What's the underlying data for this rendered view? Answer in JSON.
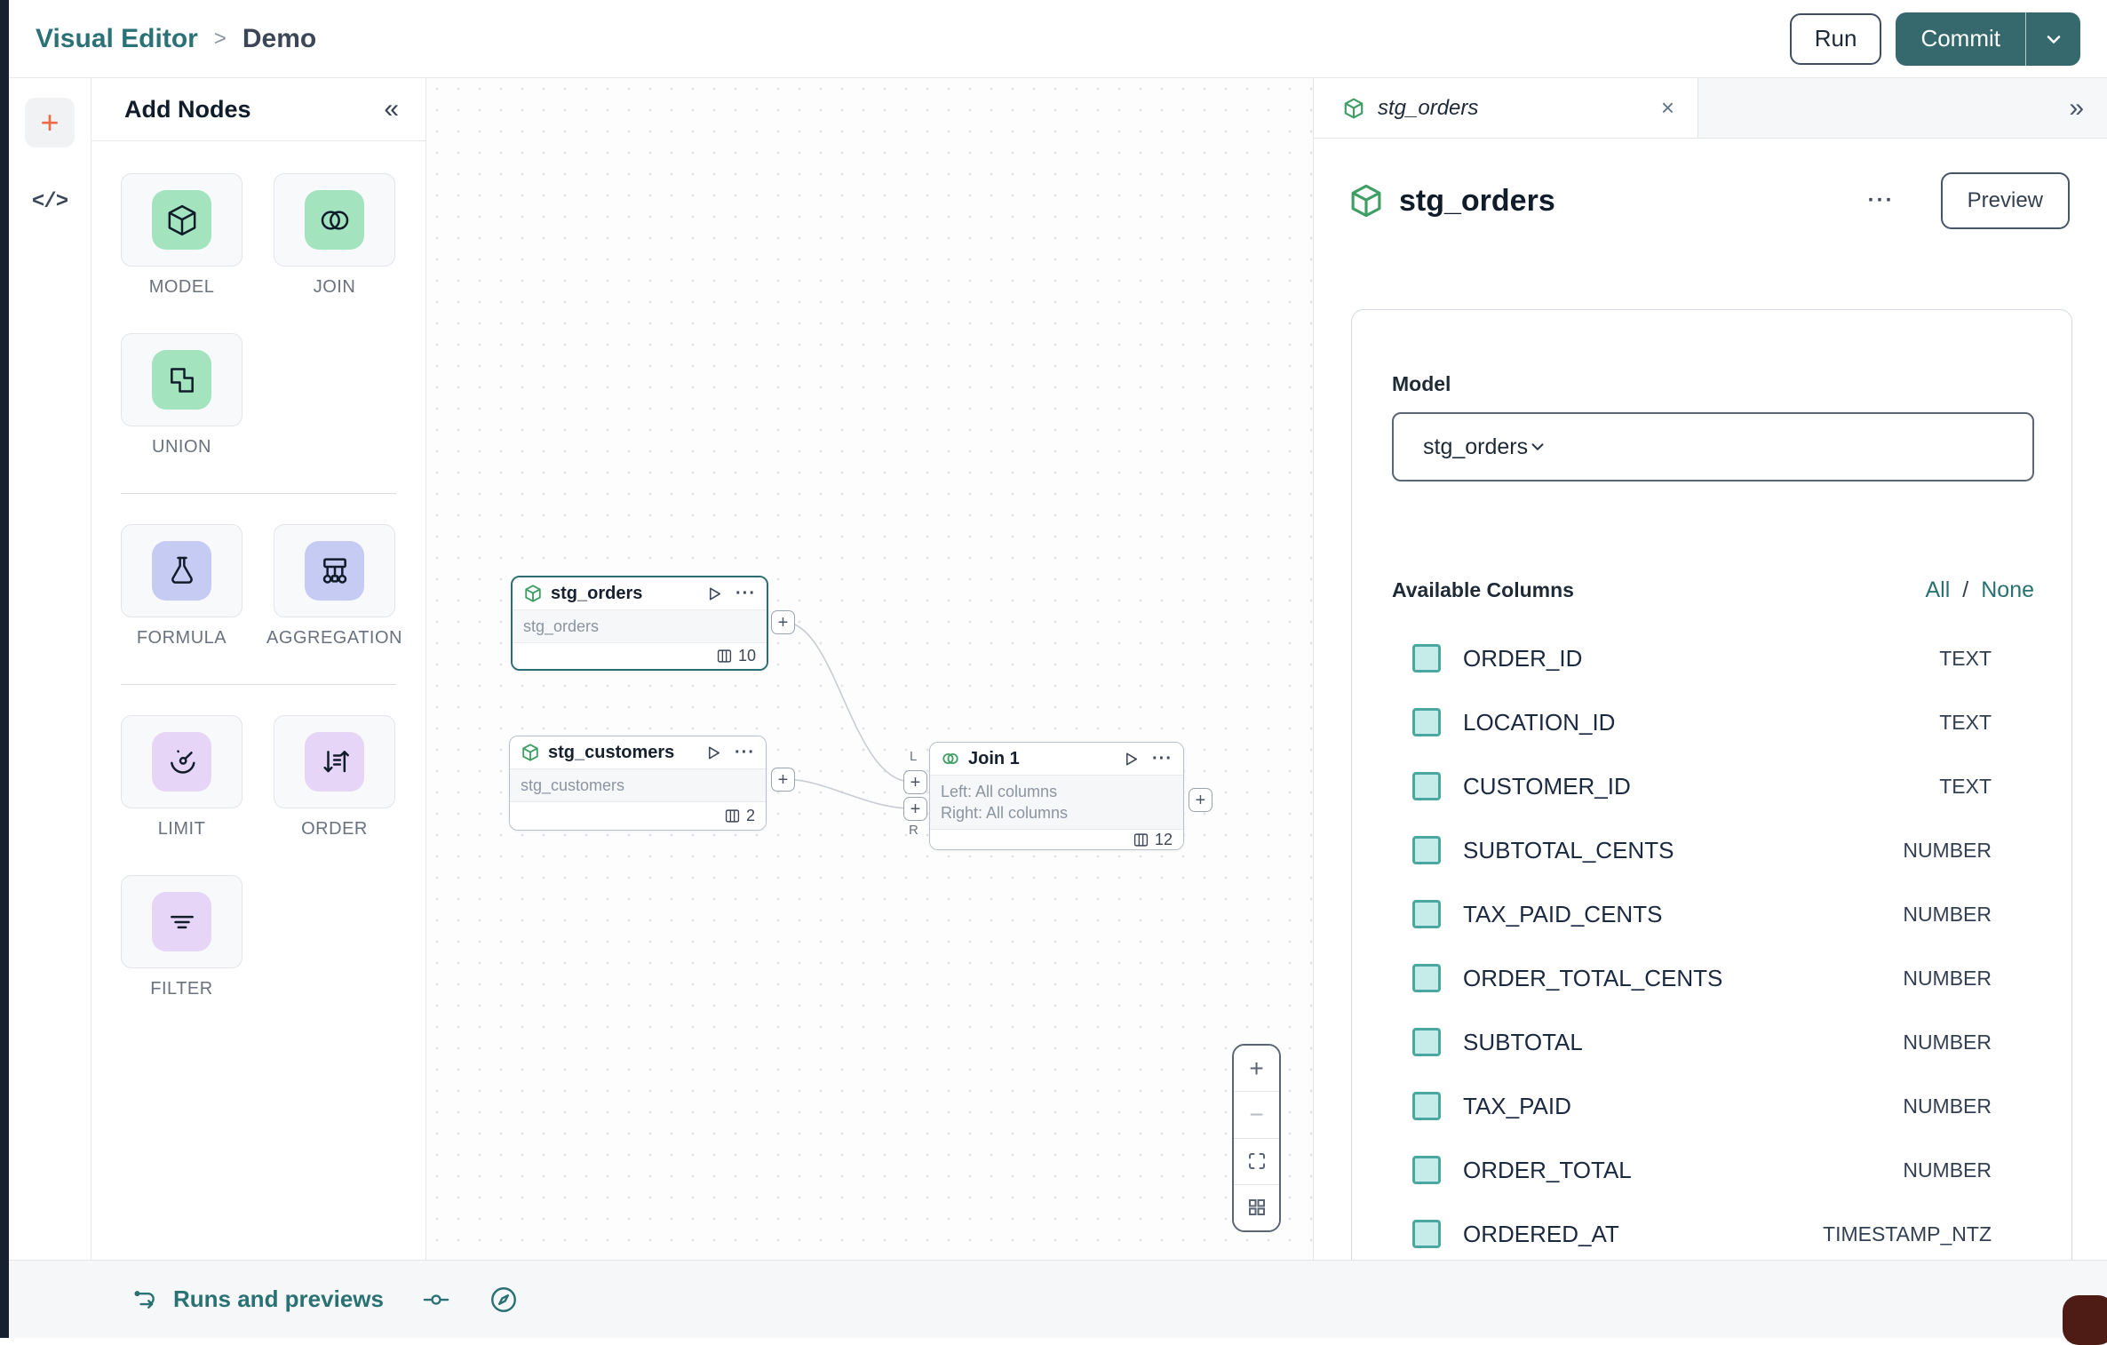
{
  "topbar": {
    "breadcrumb_root": "Visual Editor",
    "breadcrumb_sep": ">",
    "breadcrumb_leaf": "Demo",
    "run_label": "Run",
    "commit_label": "Commit"
  },
  "left_rail": {
    "add_glyph": "+",
    "code_glyph": "</>"
  },
  "add_nodes": {
    "title": "Add Nodes",
    "collapse_glyph": "«",
    "tiles": [
      {
        "label": "MODEL",
        "icon": "cube-icon",
        "accent": "#a3e4bf"
      },
      {
        "label": "JOIN",
        "icon": "join-circles-icon",
        "accent": "#a3e4bf"
      },
      {
        "label": "UNION",
        "icon": "union-squares-icon",
        "accent": "#a3e4bf"
      },
      {
        "label": "FORMULA",
        "icon": "flask-icon",
        "accent": "#c5cbf2"
      },
      {
        "label": "AGGREGATION",
        "icon": "aggregation-tree-icon",
        "accent": "#c5cbf2"
      },
      {
        "label": "LIMIT",
        "icon": "gauge-icon",
        "accent": "#e6d5f6"
      },
      {
        "label": "ORDER",
        "icon": "sort-arrows-icon",
        "accent": "#e6d5f6"
      },
      {
        "label": "FILTER",
        "icon": "filter-lines-icon",
        "accent": "#e6d5f6"
      }
    ]
  },
  "canvas": {
    "nodes": [
      {
        "title": "stg_orders",
        "subtitle": "stg_orders",
        "columns_count": "10",
        "selected": true
      },
      {
        "title": "stg_customers",
        "subtitle": "stg_customers",
        "columns_count": "2",
        "selected": false
      },
      {
        "title": "Join 1",
        "line1": "Left: All columns",
        "line2": "Right: All columns",
        "columns_count": "12",
        "port_left_label": "L",
        "port_right_label": "R",
        "selected": false
      }
    ],
    "zoom_toolbar": {
      "zoom_in": "+",
      "zoom_out": "−"
    }
  },
  "right_panel": {
    "tab": {
      "title": "stg_orders",
      "close_glyph": "×",
      "expand_glyph": "»"
    },
    "header": {
      "title": "stg_orders",
      "menu_glyph": "···",
      "preview_label": "Preview"
    },
    "model_section": {
      "label": "Model",
      "value": "stg_orders"
    },
    "columns_section": {
      "label": "Available Columns",
      "all_label": "All",
      "separator": "/",
      "none_label": "None",
      "items": [
        {
          "name": "ORDER_ID",
          "type": "TEXT"
        },
        {
          "name": "LOCATION_ID",
          "type": "TEXT"
        },
        {
          "name": "CUSTOMER_ID",
          "type": "TEXT"
        },
        {
          "name": "SUBTOTAL_CENTS",
          "type": "NUMBER"
        },
        {
          "name": "TAX_PAID_CENTS",
          "type": "NUMBER"
        },
        {
          "name": "ORDER_TOTAL_CENTS",
          "type": "NUMBER"
        },
        {
          "name": "SUBTOTAL",
          "type": "NUMBER"
        },
        {
          "name": "TAX_PAID",
          "type": "NUMBER"
        },
        {
          "name": "ORDER_TOTAL",
          "type": "NUMBER"
        },
        {
          "name": "ORDERED_AT",
          "type": "TIMESTAMP_NTZ"
        }
      ]
    }
  },
  "bottom_bar": {
    "runs_label": "Runs and previews"
  },
  "glyphs": {
    "plus": "+",
    "dots": "···"
  },
  "colors": {
    "accent_teal": "#2a7174",
    "commit_button": "#35696d",
    "selected_node_border": "#2c6e72",
    "node_icon_green": "#3f9e63",
    "tile_green": "#a3e4bf",
    "tile_periwinkle": "#c5cbf2",
    "tile_lavender": "#e6d5f6",
    "checkbox_fill": "#c5ece9",
    "checkbox_border": "#4aa8a1",
    "rail_plus_orange": "#ee6a45",
    "dark_stripe": "#17202e",
    "chat_blob": "#4e1c15"
  }
}
